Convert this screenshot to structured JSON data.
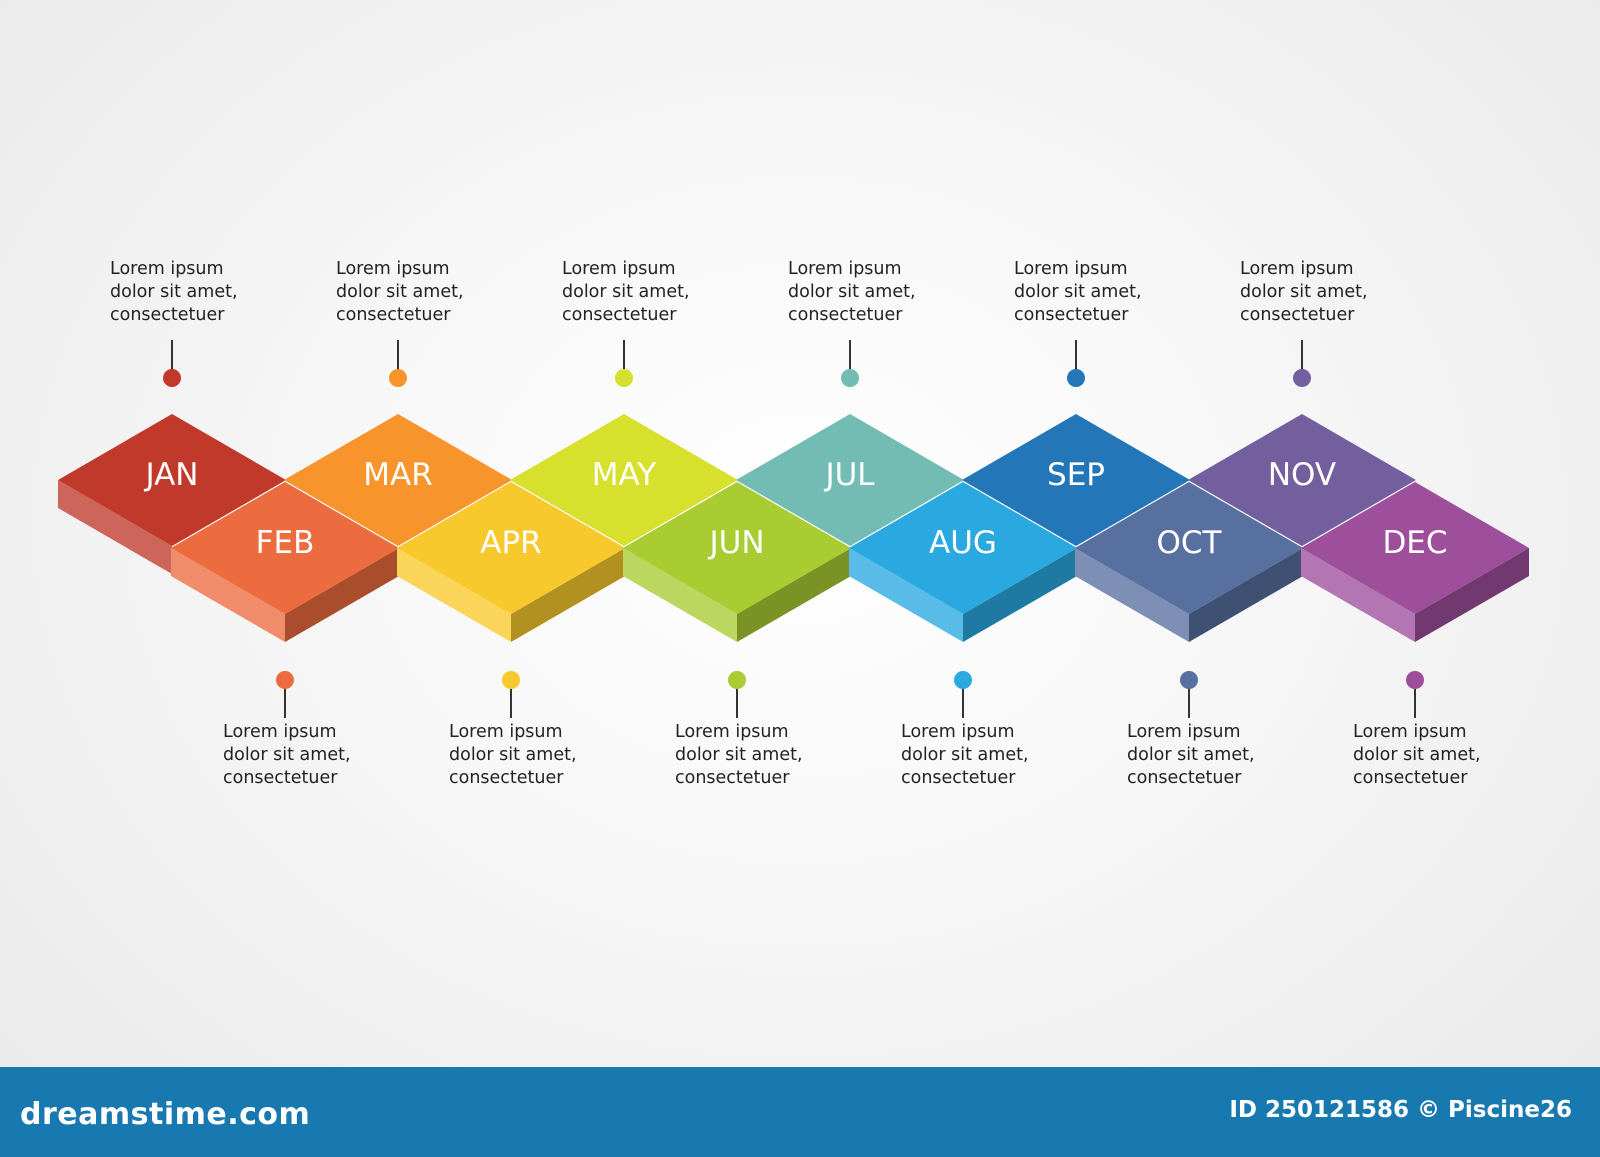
{
  "timeline": {
    "months": [
      {
        "label": "JAN",
        "text": [
          "Lorem ipsum",
          "dolor sit amet,",
          "consectetuer"
        ],
        "color": "#c0392b"
      },
      {
        "label": "FEB",
        "text": [
          "Lorem ipsum",
          "dolor sit amet,",
          "consectetuer"
        ],
        "color": "#ec6b3f"
      },
      {
        "label": "MAR",
        "text": [
          "Lorem ipsum",
          "dolor sit amet,",
          "consectetuer"
        ],
        "color": "#f7942b"
      },
      {
        "label": "APR",
        "text": [
          "Lorem ipsum",
          "dolor sit amet,",
          "consectetuer"
        ],
        "color": "#f8c92c"
      },
      {
        "label": "MAY",
        "text": [
          "Lorem ipsum",
          "dolor sit amet,",
          "consectetuer"
        ],
        "color": "#d8e02e"
      },
      {
        "label": "JUN",
        "text": [
          "Lorem ipsum",
          "dolor sit amet,",
          "consectetuer"
        ],
        "color": "#a9cc32"
      },
      {
        "label": "JUL",
        "text": [
          "Lorem ipsum",
          "dolor sit amet,",
          "consectetuer"
        ],
        "color": "#72bcb4"
      },
      {
        "label": "AUG",
        "text": [
          "Lorem ipsum",
          "dolor sit amet,",
          "consectetuer"
        ],
        "color": "#2aa9e1"
      },
      {
        "label": "SEP",
        "text": [
          "Lorem ipsum",
          "dolor sit amet,",
          "consectetuer"
        ],
        "color": "#2377b9"
      },
      {
        "label": "OCT",
        "text": [
          "Lorem ipsum",
          "dolor sit amet,",
          "consectetuer"
        ],
        "color": "#5870a0"
      },
      {
        "label": "NOV",
        "text": [
          "Lorem ipsum",
          "dolor sit amet,",
          "consectetuer"
        ],
        "color": "#745f9e"
      },
      {
        "label": "DEC",
        "text": [
          "Lorem ipsum",
          "dolor sit amet,",
          "consectetuer"
        ],
        "color": "#9e4f9c"
      }
    ]
  },
  "footer": {
    "brand": "dreamstime.com",
    "credit": "ID 250121586 © Piscine26"
  }
}
